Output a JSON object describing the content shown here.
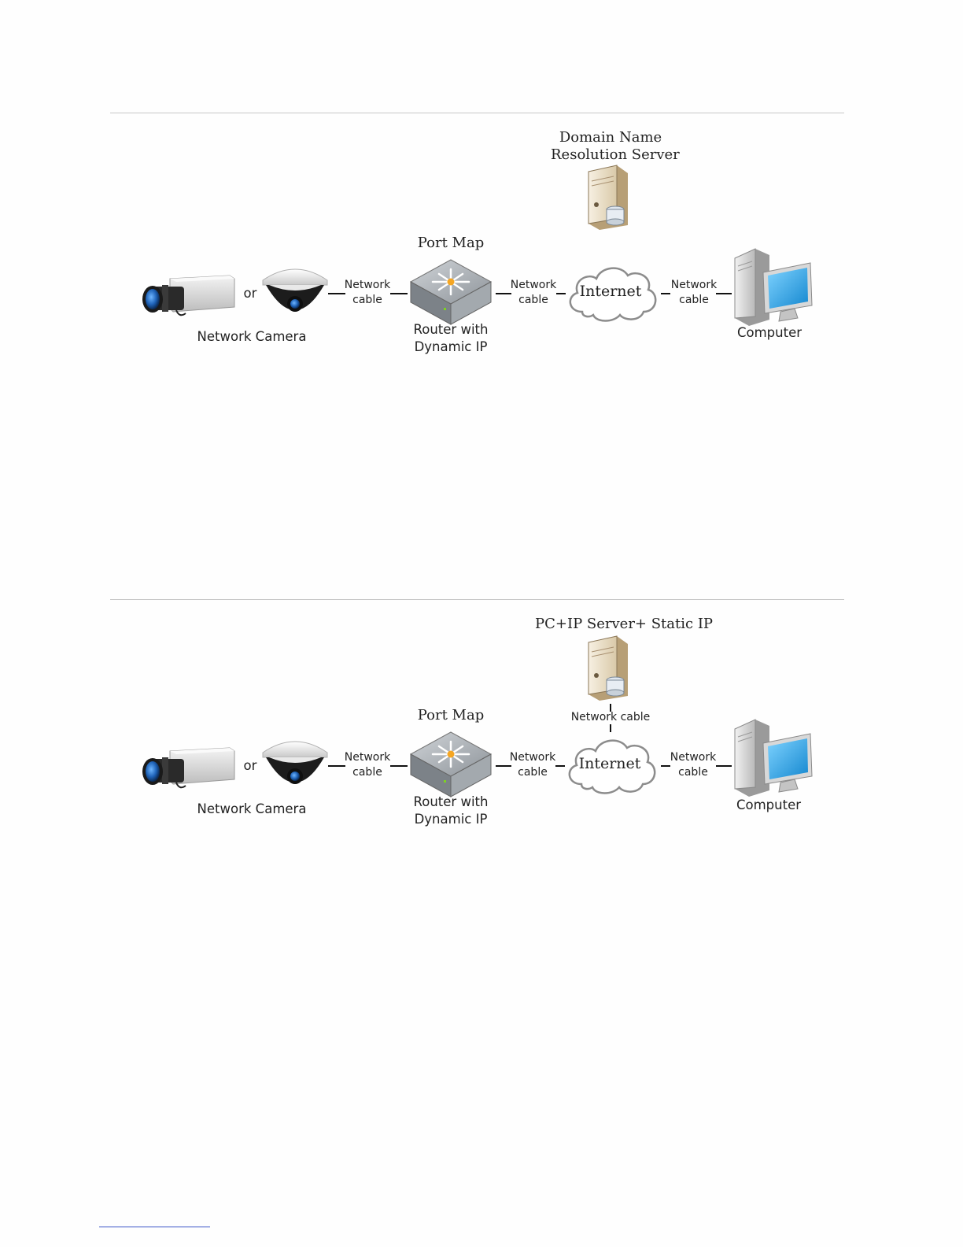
{
  "diagram1": {
    "server_label_line1": "Domain Name",
    "server_label_line2": "Resolution Server",
    "port_map": "Port Map",
    "camera_or": "or",
    "camera_label": "Network Camera",
    "router_label_line1": "Router  with",
    "router_label_line2": "Dynamic IP",
    "internet_label": "Internet",
    "computer_label": "Computer",
    "cable_line1": "Network",
    "cable_line2": "cable"
  },
  "diagram2": {
    "server_label": "PC+IP Server+ Static IP",
    "server_cable": "Network cable",
    "port_map": "Port Map",
    "camera_or": "or",
    "camera_label": "Network Camera",
    "router_label_line1": "Router  with",
    "router_label_line2": "Dynamic IP",
    "internet_label": "Internet",
    "computer_label": "Computer",
    "cable_line1": "Network",
    "cable_line2": "cable"
  },
  "colors": {
    "lens_blue": "#1f63b8",
    "screen_blue": "#2aa0e0",
    "router_gray": "#9aa0a6",
    "server_beige": "#efe4cf"
  },
  "icons": [
    "box-camera-icon",
    "dome-camera-icon",
    "router-icon",
    "internet-cloud-icon",
    "server-icon",
    "computer-icon"
  ]
}
